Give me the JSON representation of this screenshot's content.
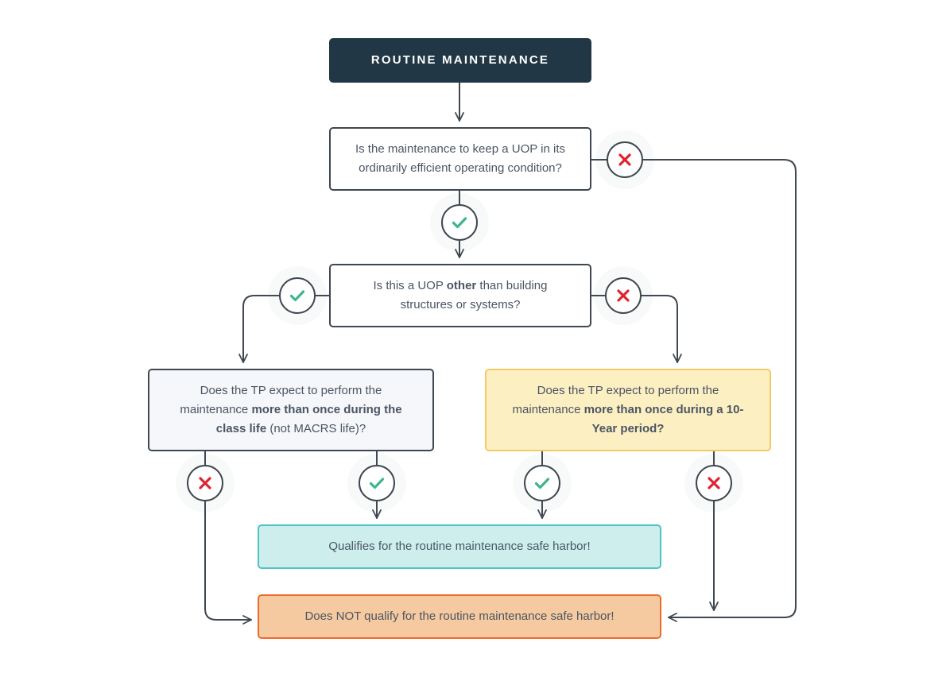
{
  "title": "ROUTINE MAINTENANCE",
  "questions": {
    "q1": {
      "text": "Is the maintenance to keep a UOP in its ordinarily efficient operating condition?"
    },
    "q2": {
      "pre": "Is this a UOP ",
      "bold": "other",
      "post": " than building structures or systems?"
    },
    "q3": {
      "pre": "Does the TP expect to perform the maintenance ",
      "bold": "more than once during the class life",
      "post": " (not MACRS life)?"
    },
    "q4": {
      "pre": "Does the TP expect to perform the maintenance ",
      "bold": "more than once during a 10-Year period?",
      "post": ""
    }
  },
  "outcomes": {
    "qualifies": "Qualifies for the routine maintenance safe harbor!",
    "not_qualifies": "Does NOT qualify for the routine maintenance safe harbor!"
  },
  "colors": {
    "title_bg": "#213745",
    "line": "#3f4750",
    "yes_check": "#3fb68b",
    "no_cross": "#e0232f",
    "q4_fill": "#fcefc2",
    "q4_border": "#f0cb68",
    "yes_box_fill": "#cdeeed",
    "yes_box_border": "#4cc3c4",
    "no_box_fill": "#f6caa0",
    "no_box_border": "#ee6a2c"
  },
  "badges": {
    "q1_no": "cross-icon",
    "q1_yes": "check-icon",
    "q2_yes": "check-icon",
    "q2_no": "cross-icon",
    "q3_no": "cross-icon",
    "q3_yes": "check-icon",
    "q4_yes": "check-icon",
    "q4_no": "cross-icon"
  }
}
